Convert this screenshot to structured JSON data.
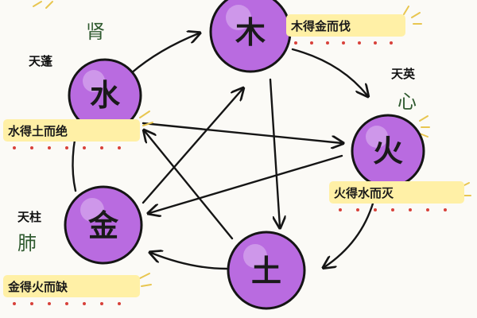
{
  "colors": {
    "node_fill": "#b96be0",
    "node_fill_light": "#dcb4f0",
    "stroke": "#151515",
    "highlight": "#fff0a6",
    "dot": "#d8413a",
    "organ_green": "#2f5a2f",
    "spark": "#e8c650"
  },
  "elements": [
    {
      "id": "wood",
      "char": "木"
    },
    {
      "id": "fire",
      "char": "火"
    },
    {
      "id": "earth",
      "char": "土"
    },
    {
      "id": "metal",
      "char": "金"
    },
    {
      "id": "water",
      "char": "水"
    }
  ],
  "stars": {
    "water": "天蓬",
    "fire": "天英",
    "metal": "天柱"
  },
  "organs": {
    "water": "肾",
    "fire": "心",
    "metal": "肺"
  },
  "rules": {
    "wood": "木得金而伐",
    "water": "水得土而绝",
    "fire": "火得水而灭",
    "metal": "金得火而缺"
  }
}
